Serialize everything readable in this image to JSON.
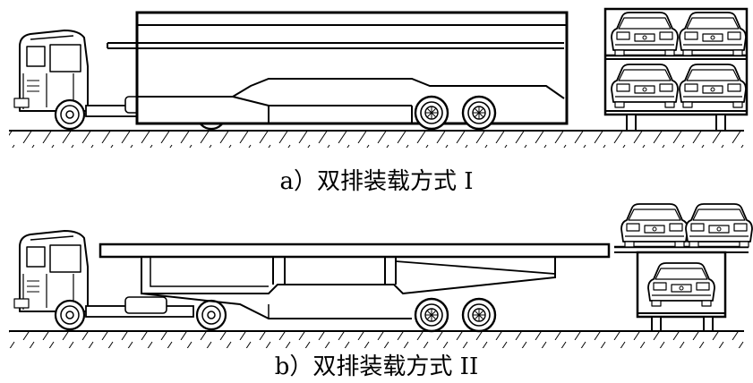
{
  "captions": {
    "a": "a）双排装载方式 I",
    "b": "b）双排装载方式 II"
  },
  "colors": {
    "ink": "#000000",
    "background": "#ffffff"
  },
  "figures": [
    {
      "id": "a",
      "vehicle": "tractor-semitrailer",
      "trailer": "enclosed-car-carrier",
      "loading": "two-by-two stacked cars (rear view)"
    },
    {
      "id": "b",
      "vehicle": "tractor-semitrailer",
      "trailer": "open-frame-car-carrier",
      "loading": "two cars on top deck, one car below (rear view)"
    }
  ]
}
